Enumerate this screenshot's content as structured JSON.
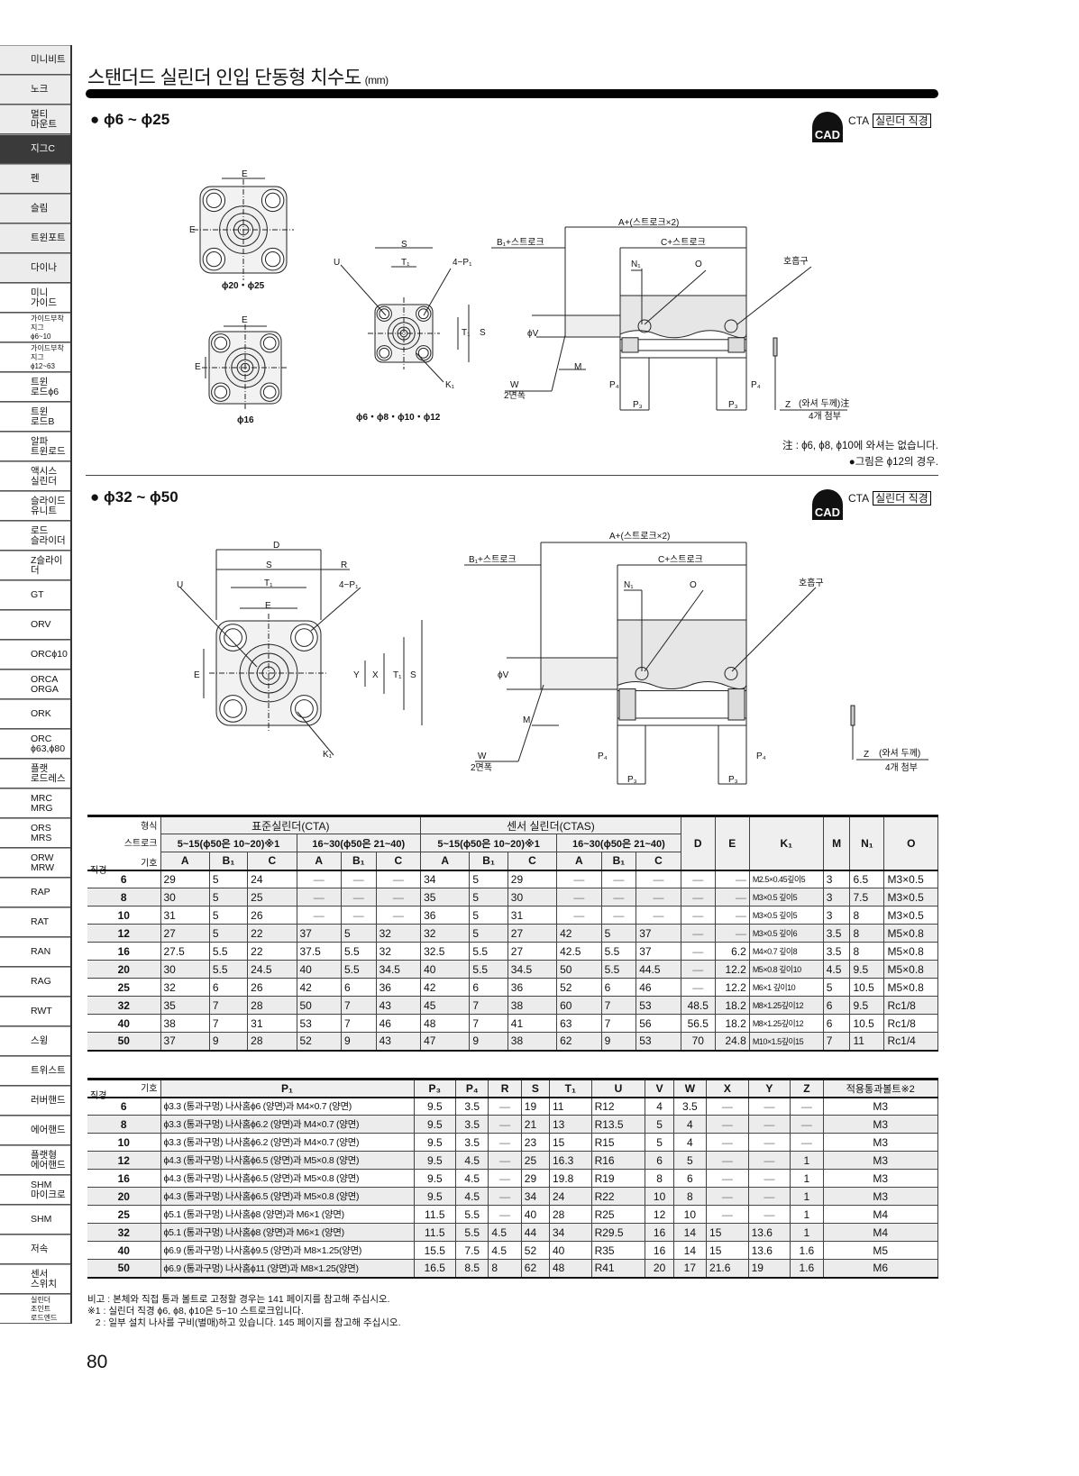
{
  "sidebar": {
    "items": [
      {
        "label": "미니비트",
        "style": "grey"
      },
      {
        "label": "노크",
        "style": "grey"
      },
      {
        "label": "멀티\n마운트",
        "style": "grey"
      },
      {
        "label": "지그C",
        "style": "active"
      },
      {
        "label": "펜",
        "style": "grey"
      },
      {
        "label": "슬림",
        "style": "grey"
      },
      {
        "label": "트윈포트",
        "style": "grey"
      },
      {
        "label": "다이나",
        "style": "grey"
      },
      {
        "label": "미니\n가이드",
        "style": ""
      },
      {
        "label": "가이드부착지그\nϕ6~10",
        "style": "small"
      },
      {
        "label": "가이드부착지그\nϕ12~63",
        "style": "small"
      },
      {
        "label": "트윈\n로드ϕ6",
        "style": ""
      },
      {
        "label": "트윈\n로드B",
        "style": ""
      },
      {
        "label": "알파\n트윈로드",
        "style": ""
      },
      {
        "label": "액시스\n실린더",
        "style": ""
      },
      {
        "label": "슬라이드\n유니트",
        "style": ""
      },
      {
        "label": "로드\n슬라이더",
        "style": ""
      },
      {
        "label": "Z슬라이더",
        "style": ""
      },
      {
        "label": "GT",
        "style": ""
      },
      {
        "label": "ORV",
        "style": ""
      },
      {
        "label": "ORCϕ10",
        "style": ""
      },
      {
        "label": "ORCA\nORGA",
        "style": ""
      },
      {
        "label": "ORK",
        "style": ""
      },
      {
        "label": "ORC\nϕ63,ϕ80",
        "style": ""
      },
      {
        "label": "플랫\n로드레스",
        "style": ""
      },
      {
        "label": "MRC\nMRG",
        "style": ""
      },
      {
        "label": "ORS\nMRS",
        "style": ""
      },
      {
        "label": "ORW\nMRW",
        "style": ""
      },
      {
        "label": "RAP",
        "style": ""
      },
      {
        "label": "RAT",
        "style": ""
      },
      {
        "label": "RAN",
        "style": ""
      },
      {
        "label": "RAG",
        "style": ""
      },
      {
        "label": "RWT",
        "style": ""
      },
      {
        "label": "스윙",
        "style": ""
      },
      {
        "label": "트위스트",
        "style": ""
      },
      {
        "label": "러버핸드",
        "style": ""
      },
      {
        "label": "에어핸드",
        "style": ""
      },
      {
        "label": "플랫형\n에어핸드",
        "style": ""
      },
      {
        "label": "SHM\n마이크로",
        "style": ""
      },
      {
        "label": "SHM",
        "style": ""
      },
      {
        "label": "저속",
        "style": ""
      },
      {
        "label": "센서\n스위치",
        "style": ""
      },
      {
        "label": "실린더\n조인트\n로드엔드",
        "style": "small"
      }
    ]
  },
  "header": {
    "title": "스탠더드 실린더 인입 단동형 치수도",
    "unit": "(mm)"
  },
  "section1": {
    "heading": "● ϕ6 ~ ϕ25",
    "cad": {
      "icon": "CAD",
      "model": "CTA",
      "link": "실린더 직경"
    },
    "labels": {
      "e1": "E",
      "e2": "E",
      "cap_a": "ϕ20・ϕ25",
      "e3": "E",
      "e4": "E",
      "cap_b": "ϕ16",
      "s": "S",
      "t1": "T₁",
      "u": "U",
      "p1": "4−P₁",
      "t1v": "T₁",
      "sv": "S",
      "k1": "K₁",
      "cap_c": "ϕ6・ϕ8・ϕ10・ϕ12",
      "a": "A+(스트로크×2)",
      "b1": "B₁+스트로크",
      "c": "C+스트로크",
      "n1": "N₁",
      "o": "O",
      "breather": "호흡구",
      "v": "ϕV",
      "m": "M",
      "w": "W",
      "w2": "2면폭",
      "p4a": "P₄",
      "p4b": "P₄",
      "p3a": "P₃",
      "p3b": "P₃",
      "z": "Z",
      "washer": "(와셔 두께)注",
      "qty": "4개 첨부"
    },
    "notes": [
      "注 : ϕ6, ϕ8, ϕ10에 와셔는 없습니다.",
      "●그림은 ϕ12의 경우."
    ]
  },
  "section2": {
    "heading": "● ϕ32 ~ ϕ50",
    "cad": {
      "icon": "CAD",
      "model": "CTA",
      "link": "실린더 직경"
    },
    "labels": {
      "d": "D",
      "s": "S",
      "r": "R",
      "t1": "T₁",
      "u": "U",
      "p1": "4−P₁",
      "e": "E",
      "ev": "E",
      "y": "Y",
      "x": "X",
      "t1v": "T₁",
      "sv": "S",
      "k1": "K₁",
      "a": "A+(스트로크×2)",
      "b1": "B₁+스트로크",
      "c": "C+스트로크",
      "n1": "N₁",
      "o": "O",
      "breather": "호흡구",
      "v": "ϕV",
      "m": "M",
      "w": "W",
      "w2": "2면폭",
      "p4a": "P₄",
      "p4b": "P₄",
      "p3a": "P₃",
      "p3b": "P₃",
      "z": "Z",
      "washer": "(와셔 두께)",
      "qty": "4개 첨부"
    }
  },
  "table1": {
    "corner": {
      "type": "형식",
      "stroke": "스트로크",
      "symbol": "기호",
      "bore": "직경"
    },
    "groups": [
      "표준실린더(CTA)",
      "센서 실린더(CTAS)"
    ],
    "strokes": [
      "5~15(ϕ50은 10~20)※1",
      "16~30(ϕ50은 21~40)",
      "5~15(ϕ50은 10~20)※1",
      "16~30(ϕ50은 21~40)"
    ],
    "sub": [
      "A",
      "B₁",
      "C",
      "A",
      "B₁",
      "C",
      "A",
      "B₁",
      "C",
      "A",
      "B₁",
      "C"
    ],
    "extra": [
      "D",
      "E",
      "K₁",
      "M",
      "N₁",
      "O"
    ],
    "rows": [
      [
        "6",
        "29",
        "5",
        "24",
        "—",
        "—",
        "—",
        "34",
        "5",
        "29",
        "—",
        "—",
        "—",
        "—",
        "—",
        "M2.5×0.45깊이5",
        "3",
        "6.5",
        "M3×0.5"
      ],
      [
        "8",
        "30",
        "5",
        "25",
        "—",
        "—",
        "—",
        "35",
        "5",
        "30",
        "—",
        "—",
        "—",
        "—",
        "—",
        "M3×0.5 깊이5",
        "3",
        "7.5",
        "M3×0.5"
      ],
      [
        "10",
        "31",
        "5",
        "26",
        "—",
        "—",
        "—",
        "36",
        "5",
        "31",
        "—",
        "—",
        "—",
        "—",
        "—",
        "M3×0.5 깊이5",
        "3",
        "8",
        "M3×0.5"
      ],
      [
        "12",
        "27",
        "5",
        "22",
        "37",
        "5",
        "32",
        "32",
        "5",
        "27",
        "42",
        "5",
        "37",
        "—",
        "—",
        "M3×0.5 깊이6",
        "3.5",
        "8",
        "M5×0.8"
      ],
      [
        "16",
        "27.5",
        "5.5",
        "22",
        "37.5",
        "5.5",
        "32",
        "32.5",
        "5.5",
        "27",
        "42.5",
        "5.5",
        "37",
        "—",
        "6.2",
        "M4×0.7 깊이8",
        "3.5",
        "8",
        "M5×0.8"
      ],
      [
        "20",
        "30",
        "5.5",
        "24.5",
        "40",
        "5.5",
        "34.5",
        "40",
        "5.5",
        "34.5",
        "50",
        "5.5",
        "44.5",
        "—",
        "12.2",
        "M5×0.8 깊이10",
        "4.5",
        "9.5",
        "M5×0.8"
      ],
      [
        "25",
        "32",
        "6",
        "26",
        "42",
        "6",
        "36",
        "42",
        "6",
        "36",
        "52",
        "6",
        "46",
        "—",
        "12.2",
        "M6×1 깊이10",
        "5",
        "10.5",
        "M5×0.8"
      ],
      [
        "32",
        "35",
        "7",
        "28",
        "50",
        "7",
        "43",
        "45",
        "7",
        "38",
        "60",
        "7",
        "53",
        "48.5",
        "18.2",
        "M8×1.25깊이12",
        "6",
        "9.5",
        "Rc1/8"
      ],
      [
        "40",
        "38",
        "7",
        "31",
        "53",
        "7",
        "46",
        "48",
        "7",
        "41",
        "63",
        "7",
        "56",
        "56.5",
        "18.2",
        "M8×1.25깊이12",
        "6",
        "10.5",
        "Rc1/8"
      ],
      [
        "50",
        "37",
        "9",
        "28",
        "52",
        "9",
        "43",
        "47",
        "9",
        "38",
        "62",
        "9",
        "53",
        "70",
        "24.8",
        "M10×1.5깊이15",
        "7",
        "11",
        "Rc1/4"
      ]
    ]
  },
  "table2": {
    "corner": {
      "symbol": "기호",
      "bore": "직경"
    },
    "headers": [
      "P₁",
      "P₃",
      "P₄",
      "R",
      "S",
      "T₁",
      "U",
      "V",
      "W",
      "X",
      "Y",
      "Z",
      "적용통과볼트※2"
    ],
    "rows": [
      [
        "6",
        "ϕ3.3 (통과구멍) 나사홈ϕ6 (양면)과 M4×0.7 (양면)",
        "9.5",
        "3.5",
        "—",
        "19",
        "11",
        "R12",
        "4",
        "3.5",
        "—",
        "—",
        "—",
        "M3"
      ],
      [
        "8",
        "ϕ3.3 (통과구멍) 나사홈ϕ6.2 (양면)과 M4×0.7 (양면)",
        "9.5",
        "3.5",
        "—",
        "21",
        "13",
        "R13.5",
        "5",
        "4",
        "—",
        "—",
        "—",
        "M3"
      ],
      [
        "10",
        "ϕ3.3 (통과구멍) 나사홈ϕ6.2 (양면)과 M4×0.7 (양면)",
        "9.5",
        "3.5",
        "—",
        "23",
        "15",
        "R15",
        "5",
        "4",
        "—",
        "—",
        "—",
        "M3"
      ],
      [
        "12",
        "ϕ4.3 (통과구멍) 나사홈ϕ6.5 (양면)과 M5×0.8 (양면)",
        "9.5",
        "4.5",
        "—",
        "25",
        "16.3",
        "R16",
        "6",
        "5",
        "—",
        "—",
        "1",
        "M3"
      ],
      [
        "16",
        "ϕ4.3 (통과구멍) 나사홈ϕ6.5 (양면)과 M5×0.8 (양면)",
        "9.5",
        "4.5",
        "—",
        "29",
        "19.8",
        "R19",
        "8",
        "6",
        "—",
        "—",
        "1",
        "M3"
      ],
      [
        "20",
        "ϕ4.3 (통과구멍) 나사홈ϕ6.5 (양면)과 M5×0.8 (양면)",
        "9.5",
        "4.5",
        "—",
        "34",
        "24",
        "R22",
        "10",
        "8",
        "—",
        "—",
        "1",
        "M3"
      ],
      [
        "25",
        "ϕ5.1 (통과구멍) 나사홈ϕ8 (양면)과 M6×1 (양면)",
        "11.5",
        "5.5",
        "—",
        "40",
        "28",
        "R25",
        "12",
        "10",
        "—",
        "—",
        "1",
        "M4"
      ],
      [
        "32",
        "ϕ5.1 (통과구멍) 나사홈ϕ8 (양면)과 M6×1 (양면)",
        "11.5",
        "5.5",
        "4.5",
        "44",
        "34",
        "R29.5",
        "16",
        "14",
        "15",
        "13.6",
        "1",
        "M4"
      ],
      [
        "40",
        "ϕ6.9 (통과구멍) 나사홈ϕ9.5 (양면)과 M8×1.25(양면)",
        "15.5",
        "7.5",
        "4.5",
        "52",
        "40",
        "R35",
        "16",
        "14",
        "15",
        "13.6",
        "1.6",
        "M5"
      ],
      [
        "50",
        "ϕ6.9 (통과구멍) 나사홈ϕ11 (양면)과 M8×1.25(양면)",
        "16.5",
        "8.5",
        "8",
        "62",
        "48",
        "R41",
        "20",
        "17",
        "21.6",
        "19",
        "1.6",
        "M6"
      ]
    ]
  },
  "footnotes": [
    "비고 : 본체와 직접 통과 볼트로 고정할 경우는 141 페이지를 참고해 주십시오.",
    "※1 : 실린더 직경 ϕ6, ϕ8, ϕ10은 5~10 스트로크입니다.",
    "   2 : 일부 설치 나사를 구비(별매)하고 있습니다. 145 페이지를 참고해 주십시오."
  ],
  "page_number": "80"
}
